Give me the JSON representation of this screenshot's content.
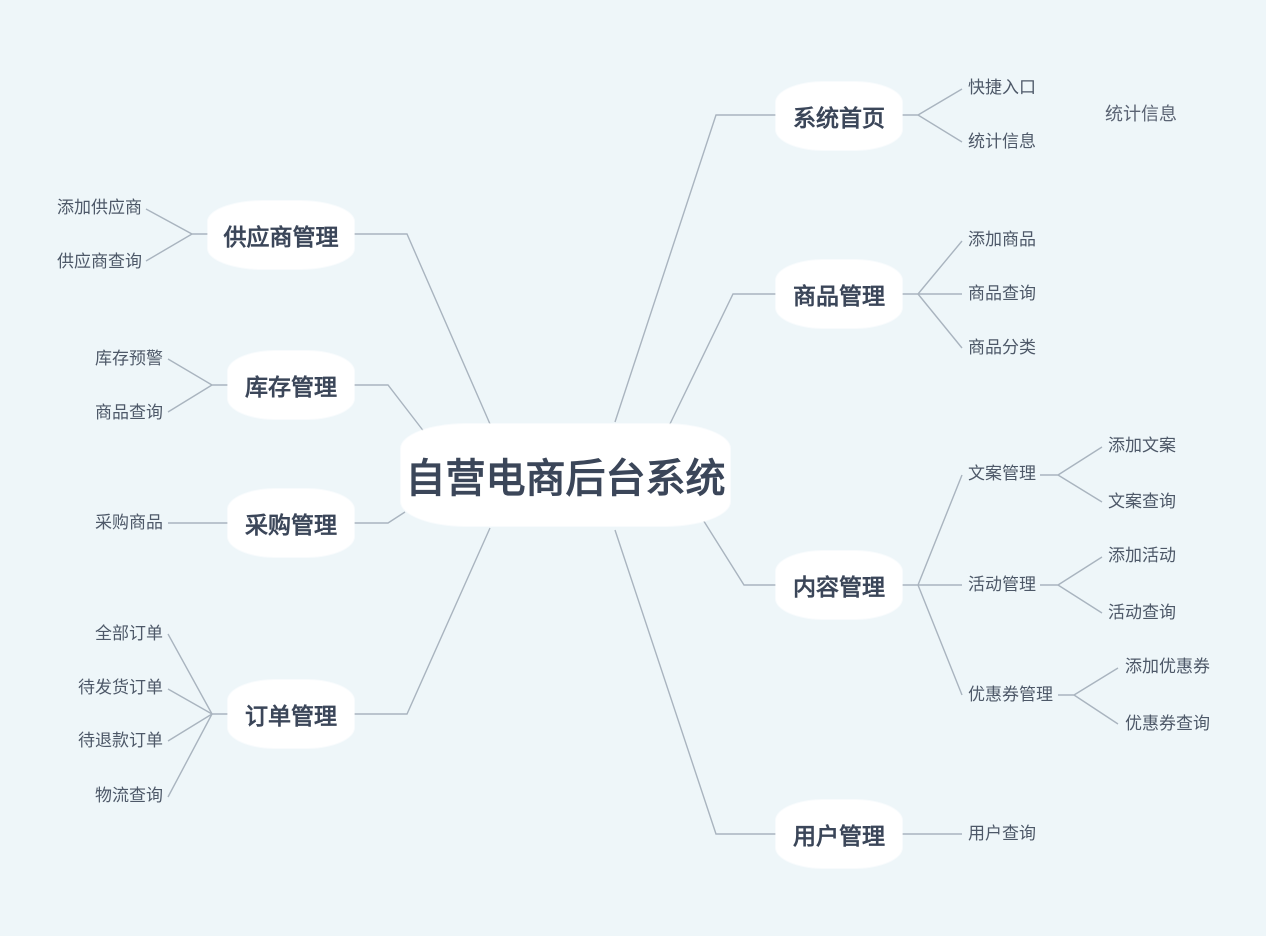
{
  "root": {
    "label": "自营电商后台系统"
  },
  "right_branches": [
    {
      "label": "系统首页",
      "children": [
        {
          "label": "快捷入口"
        },
        {
          "label": "统计信息"
        }
      ]
    },
    {
      "label": "商品管理",
      "children": [
        {
          "label": "添加商品"
        },
        {
          "label": "商品查询"
        },
        {
          "label": "商品分类"
        }
      ]
    },
    {
      "label": "内容管理",
      "children": [
        {
          "label": "文案管理",
          "children": [
            {
              "label": "添加文案"
            },
            {
              "label": "文案查询"
            }
          ]
        },
        {
          "label": "活动管理",
          "children": [
            {
              "label": "添加活动"
            },
            {
              "label": "活动查询"
            }
          ]
        },
        {
          "label": "优惠券管理",
          "children": [
            {
              "label": "添加优惠券"
            },
            {
              "label": "优惠券查询"
            }
          ]
        }
      ]
    },
    {
      "label": "用户管理",
      "children": [
        {
          "label": "用户查询"
        }
      ]
    }
  ],
  "left_branches": [
    {
      "label": "供应商管理",
      "children": [
        {
          "label": "添加供应商"
        },
        {
          "label": "供应商查询"
        }
      ]
    },
    {
      "label": "库存管理",
      "children": [
        {
          "label": "库存预警"
        },
        {
          "label": "商品查询"
        }
      ]
    },
    {
      "label": "采购管理",
      "children": [
        {
          "label": "采购商品"
        }
      ]
    },
    {
      "label": "订单管理",
      "children": [
        {
          "label": "全部订单"
        },
        {
          "label": "待发货订单"
        },
        {
          "label": "待退款订单"
        },
        {
          "label": "物流查询"
        }
      ]
    }
  ],
  "ghost_text": "统计信息",
  "colors": {
    "background": "#eef6f9",
    "node_fill": "#ffffff",
    "node_text": "#3b4659",
    "leaf_text": "#4d5868",
    "connector": "#a9b4bf"
  }
}
